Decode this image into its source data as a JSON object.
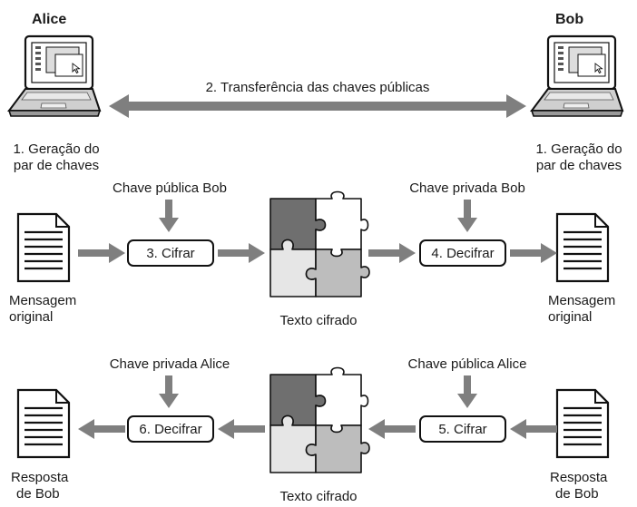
{
  "people": {
    "left": "Alice",
    "right": "Bob"
  },
  "exchange_label": "2. Transferência das chaves públicas",
  "keygen_label": [
    "1. Geração do",
    "par de chaves"
  ],
  "row1": {
    "key_left": "Chave pública Bob",
    "key_right": "Chave privada Bob",
    "step_left": "3. Cifrar",
    "step_right": "4. Decifrar",
    "doc_left": [
      "Mensagem",
      "original"
    ],
    "doc_right": [
      "Mensagem",
      "original"
    ],
    "cipher": "Texto cifrado"
  },
  "row2": {
    "key_left": "Chave privada Alice",
    "key_right": "Chave pública Alice",
    "step_left": "6. Decifrar",
    "step_right": "5. Cifrar",
    "doc_left": [
      "Resposta",
      "de Bob"
    ],
    "doc_right": [
      "Resposta",
      "de Bob"
    ],
    "cipher": "Texto cifrado"
  },
  "colors": {
    "arrow": "#7f7f7f",
    "piece_dark": "#6f6f6f",
    "piece_mid": "#bdbdbd",
    "piece_light": "#e6e6e6",
    "outline": "#111111"
  },
  "icons": [
    "laptop-icon",
    "document-icon",
    "puzzle-icon",
    "arrow-icon"
  ]
}
